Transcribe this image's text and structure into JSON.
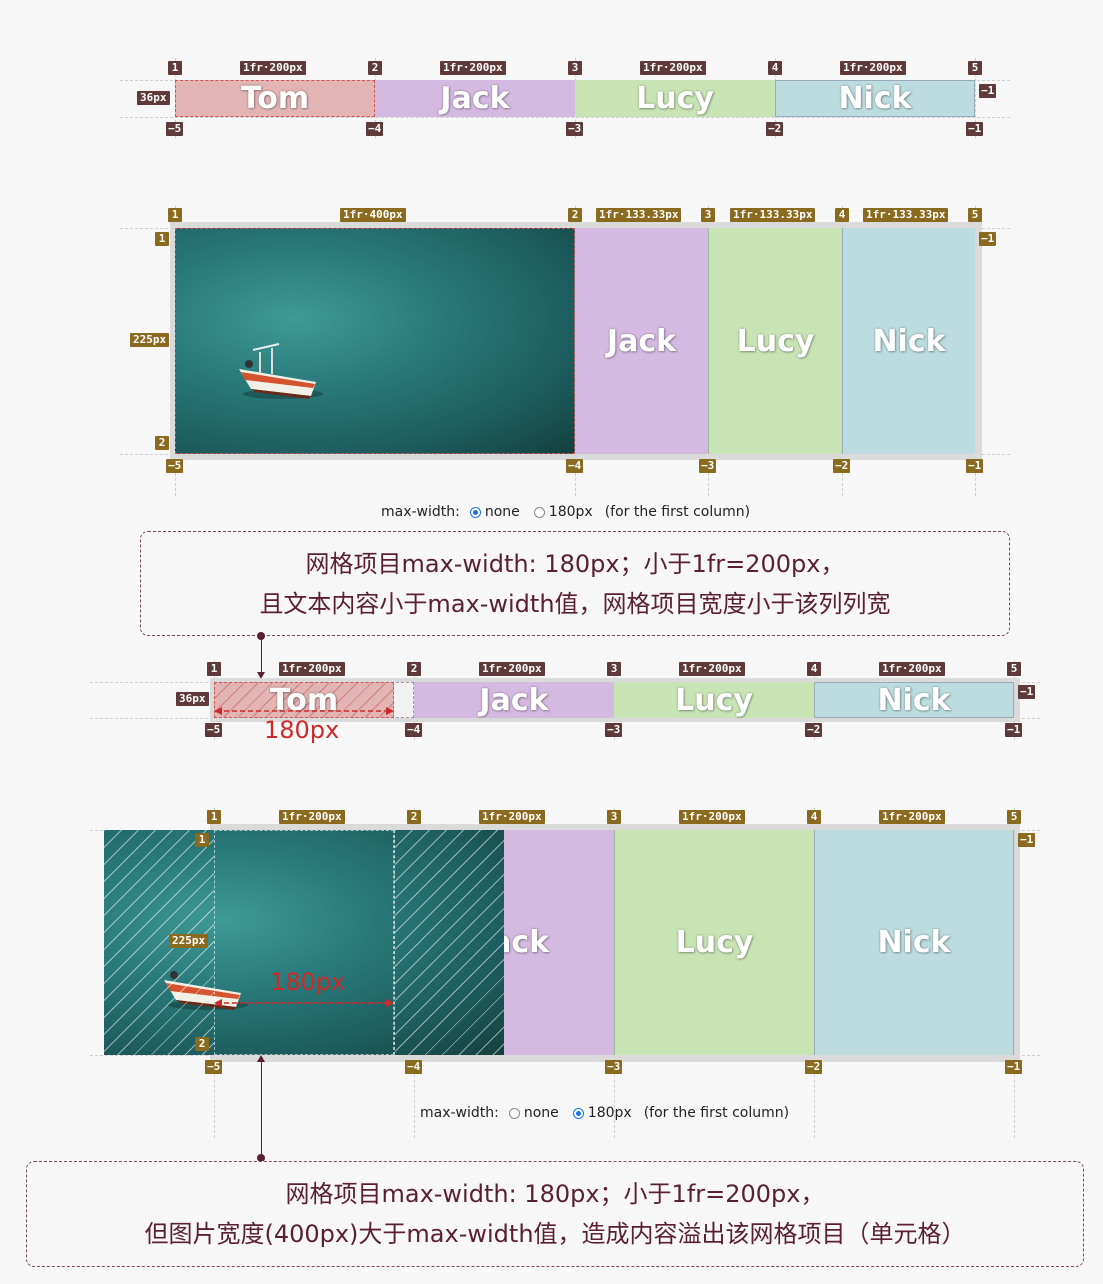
{
  "names": {
    "tom": "Tom",
    "jack": "Jack",
    "lucy": "Lucy",
    "nick": "Nick"
  },
  "sizes": {
    "fr200": "1fr·200px",
    "fr400": "1fr·400px",
    "fr133": "1fr·133.33px",
    "row36": "36px",
    "row225": "225px",
    "maxw": "180px"
  },
  "lines": {
    "p1": "1",
    "p2": "2",
    "p3": "3",
    "p4": "4",
    "p5": "5",
    "n1": "−1",
    "n2": "−2",
    "n3": "−3",
    "n4": "−4",
    "n5": "−5"
  },
  "radio1": {
    "label": "max-width:",
    "opt_none": "none",
    "opt_180": "180px",
    "suffix": "(for the first column)",
    "selected": "none"
  },
  "radio2": {
    "label": "max-width:",
    "opt_none": "none",
    "opt_180": "180px",
    "suffix": "(for the first column)",
    "selected": "180px"
  },
  "note1": {
    "line1": "网格项目max-width: 180px；小于1fr=200px，",
    "line2": "且文本内容小于max-width值，网格项目宽度小于该列列宽"
  },
  "note2": {
    "line1": "网格项目max-width: 180px；小于1fr=200px，",
    "line2": "但图片宽度(400px)大于max-width值，造成内容溢出该网格项目（单元格）"
  },
  "colors": {
    "tom": "#e3b4b4",
    "jack": "#d4b9e0",
    "lucy": "#c8e4b4",
    "nick": "#bcdcdf",
    "accent": "#8a6a1e",
    "dark": "#5e3a3a",
    "red": "#cc2a2a"
  }
}
